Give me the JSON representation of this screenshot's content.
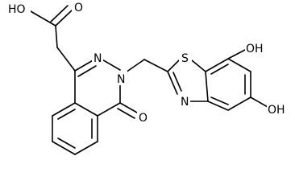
{
  "molecule": {
    "atoms": {
      "hydroxyl_carboxyl": "HO",
      "carbonyl_carboxyl": "O",
      "nitrogen_ring_a": "N",
      "nitrogen_ring_b": "N",
      "carbonyl_ketone": "O",
      "sulfur": "S",
      "nitrogen_thiazole": "N",
      "hydroxyl_upper": "OH",
      "hydroxyl_lower": "OH"
    }
  },
  "colors": {
    "bond": "#000000",
    "text": "#000000",
    "background": "#ffffff"
  }
}
